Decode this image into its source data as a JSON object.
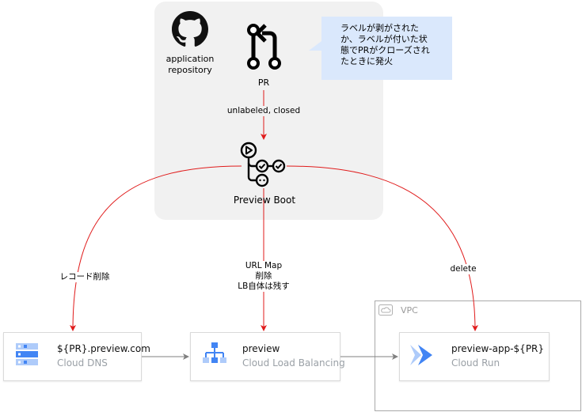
{
  "repository": {
    "label_line1": "application",
    "label_line2": "repository"
  },
  "pr": {
    "label": "PR"
  },
  "note": {
    "line1": "ラベルが剥がされた",
    "line2": "か、ラベルが付いた状",
    "line3": "態でPRがクローズされ",
    "line4": "たときに発火"
  },
  "trigger_edge": {
    "label": "unlabeled, closed"
  },
  "boot": {
    "label": "Preview Boot"
  },
  "edges": {
    "dns": {
      "label": "レコード削除"
    },
    "lb": {
      "line1": "URL Map",
      "line2": "削除",
      "line3": "LB自体は残す"
    },
    "run": {
      "label": "delete"
    }
  },
  "vpc": {
    "label": "VPC"
  },
  "nodes": {
    "dns": {
      "title": "${PR}.preview.com",
      "subtitle": "Cloud DNS"
    },
    "lb": {
      "title": "preview",
      "subtitle": "Cloud Load Balancing"
    },
    "run": {
      "title": "preview-app-${PR}",
      "subtitle": "Cloud Run"
    }
  },
  "colors": {
    "delete_arrow": "#e01b1b",
    "flow_arrow": "#7f7f7f",
    "note_bg": "#dae8fc",
    "gcp_blue": "#4285f4",
    "gcp_light_blue": "#aecbfa"
  }
}
